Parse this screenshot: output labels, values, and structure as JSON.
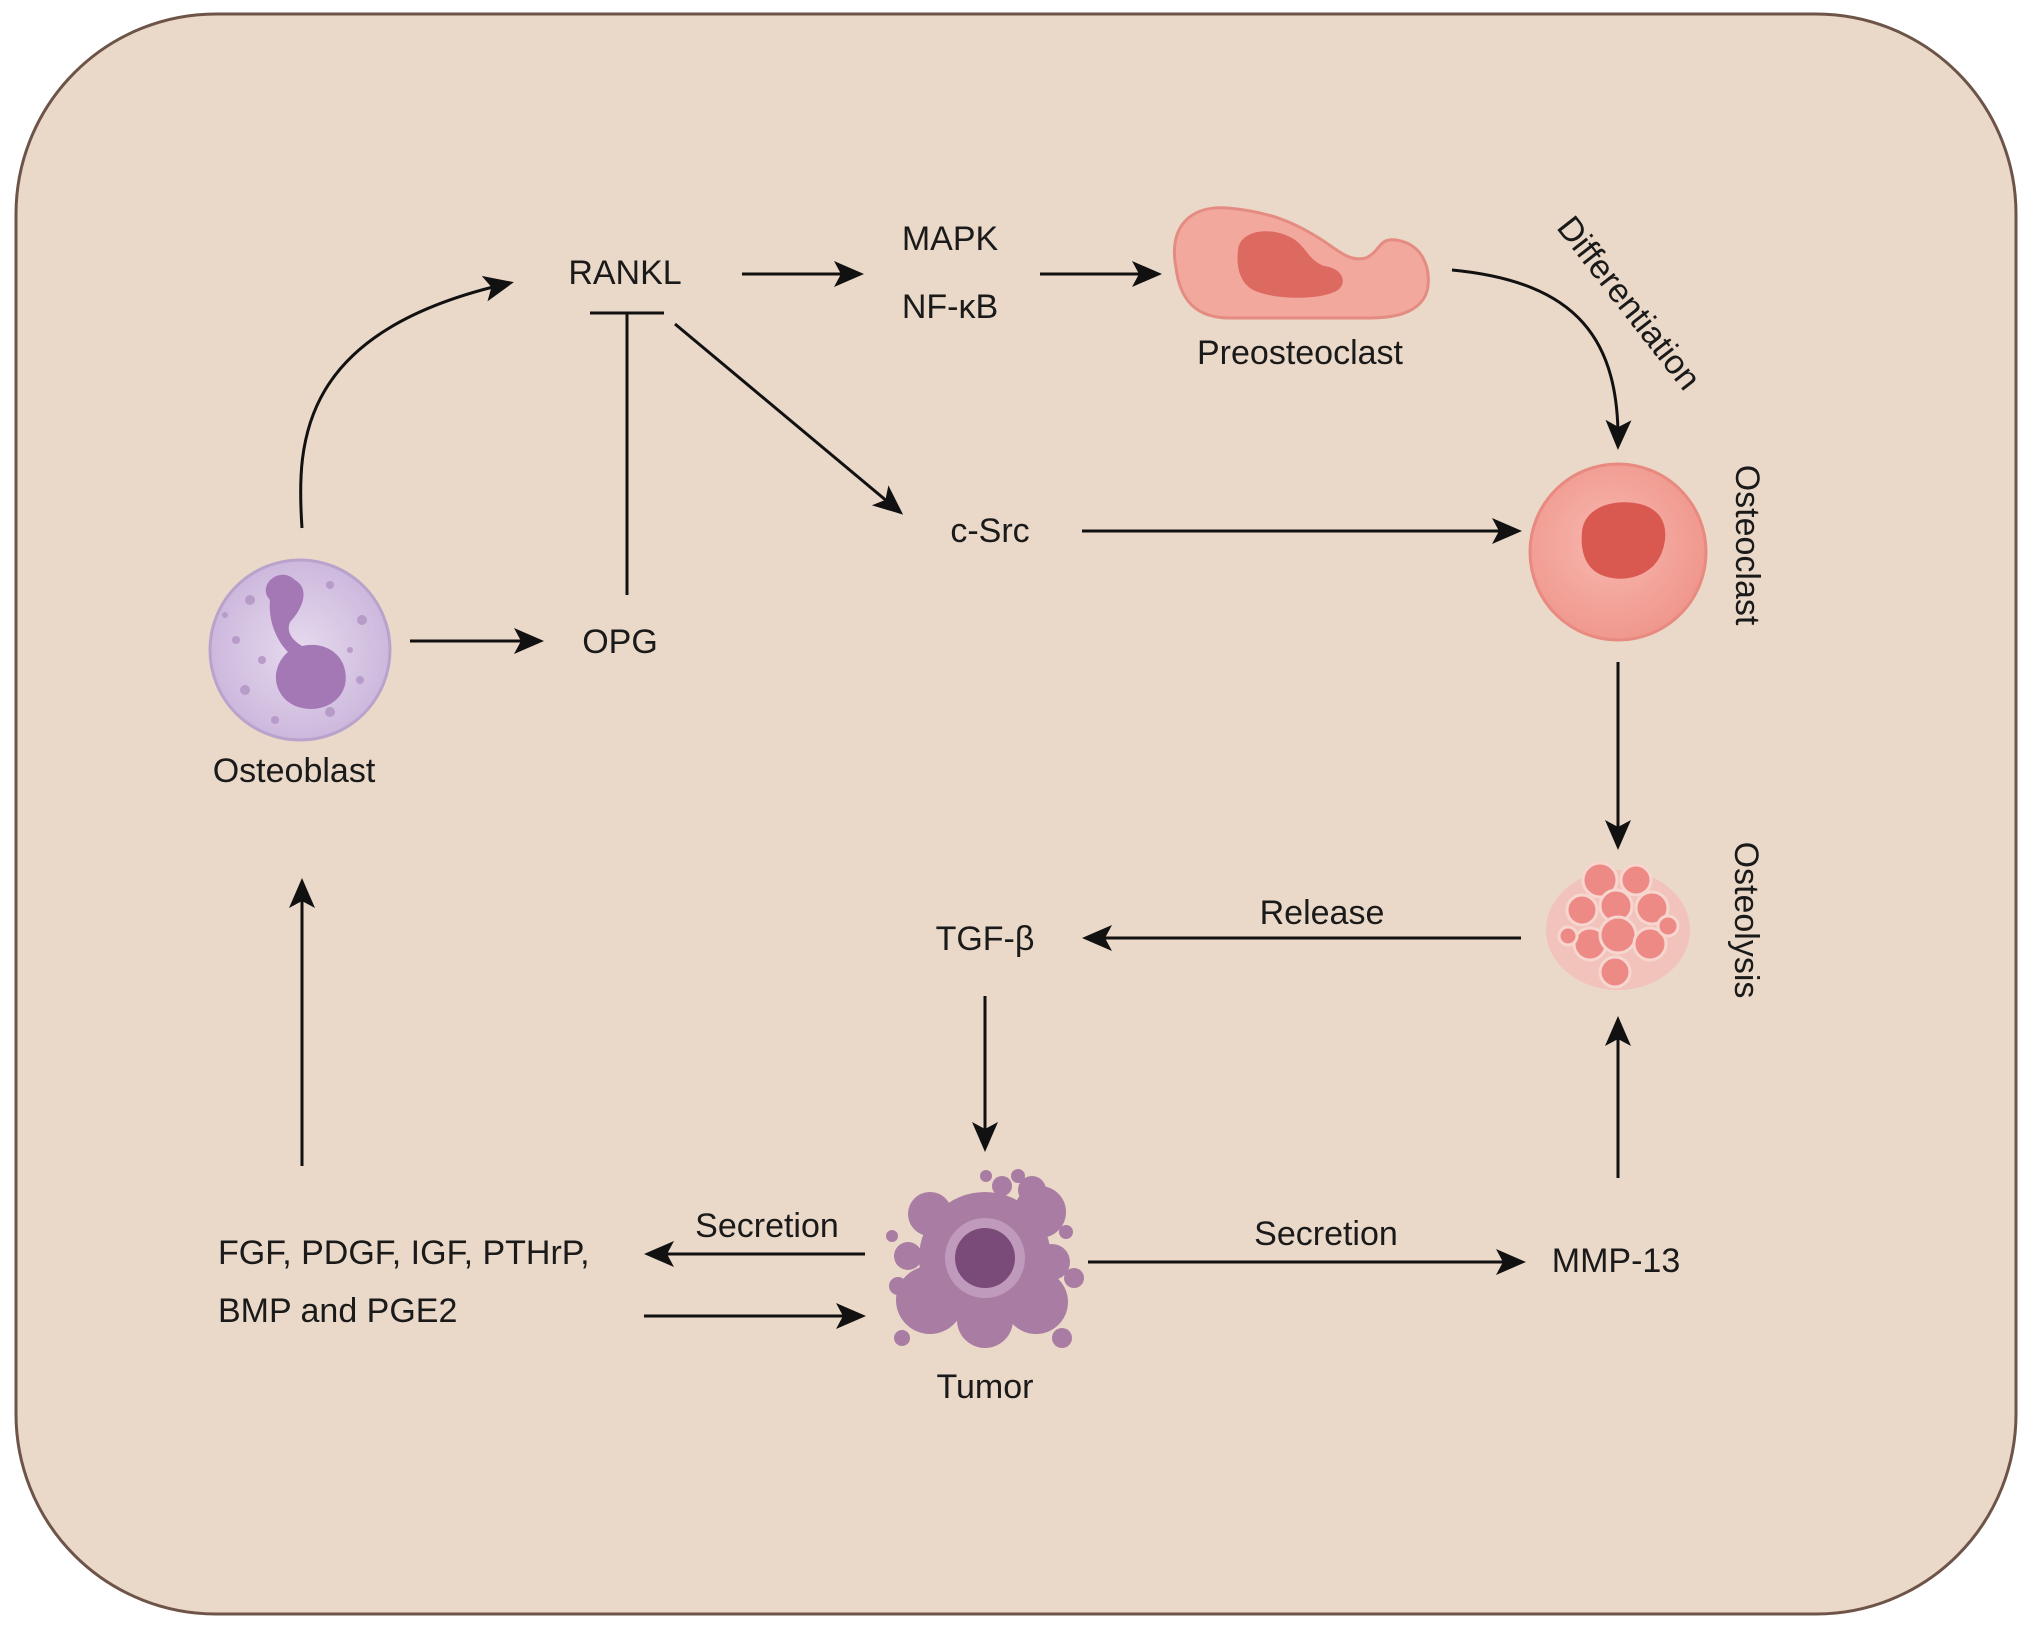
{
  "colors": {
    "background_panel": "#ead8c8",
    "panel_border": "#6e5448",
    "arrow": "#111111",
    "osteoblast_body": "#d8c8e6",
    "osteoblast_nucleus": "#a477b5",
    "preosteoclast_body": "#f3a89e",
    "preosteoclast_nucleus": "#dd6a60",
    "osteoclast_body": "#f5a99e",
    "osteoclast_nucleus": "#d9584f",
    "osteolysis_cells": "#ee8a86",
    "tumor_body": "#a97ca3",
    "tumor_nucleus": "#7a4a78"
  },
  "nodes": {
    "rankl": "RANKL",
    "opg": "OPG",
    "mapk": "MAPK",
    "nfkb": "NF-κB",
    "csrc": "c-Src",
    "preosteoclast": "Preosteoclast",
    "osteoclast": "Osteoclast",
    "osteoblast": "Osteoblast",
    "osteolysis": "Osteolysis",
    "tgfb": "TGF-β",
    "tumor": "Tumor",
    "mmp13": "MMP-13",
    "growth_factors_line1": "FGF, PDGF, IGF, PTHrP,",
    "growth_factors_line2": "BMP and PGE2"
  },
  "edges": {
    "differentiation": "Differentiation",
    "release": "Release",
    "secretion_left": "Secretion",
    "secretion_right": "Secretion"
  },
  "icons": [
    "osteoblast-cell-icon",
    "preosteoclast-cell-icon",
    "osteoclast-cell-icon",
    "osteolysis-cluster-icon",
    "tumor-cell-icon"
  ]
}
